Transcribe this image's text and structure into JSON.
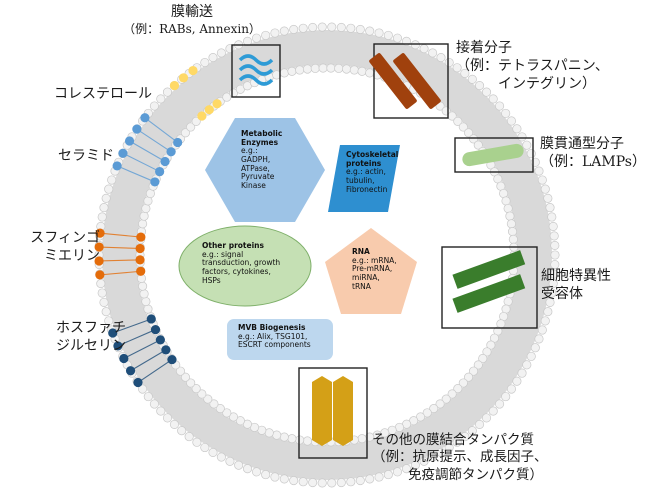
{
  "labels": {
    "membrane_transport": {
      "line1": "膜輸送",
      "line2": "（例：RABs, Annexin）"
    },
    "adhesion": {
      "line1": "接着分子",
      "line2": "（例：テトラスパニン、",
      "line3": "インテグリン）"
    },
    "transmembrane": {
      "line1": "膜貫通型分子",
      "line2": "（例：LAMPs）"
    },
    "cholesterol": "コレステロール",
    "ceramide": "セラミド",
    "sphingomyelin": {
      "line1": "スフィンゴ",
      "line2": "ミエリン"
    },
    "phosphatidylserine": {
      "line1": "ホスファチ",
      "line2": "ジルセリン"
    },
    "receptors": {
      "line1": "細胞特異性",
      "line2": "受容体"
    },
    "other_membrane": {
      "line1": "その他の膜結合タンパク質",
      "line2": "（例：抗原提示、成長因子、",
      "line3": "免疫調節タンパク質）"
    }
  },
  "cargo": {
    "metabolic": {
      "title1": "Metabolic",
      "title2": "Enzymes",
      "body": [
        "e.g.:",
        "GADPH,",
        "ATPase,",
        "Pyruvate",
        "Kinase"
      ]
    },
    "cytoskeletal": {
      "title1": "Cytoskeletal",
      "title2": "proteins",
      "body": [
        "e.g.: actin,",
        "tubulin,",
        "Fibronectin"
      ]
    },
    "other_proteins": {
      "title1": "Other proteins",
      "body": [
        "e.g.: signal",
        "transduction, growth",
        "factors, cytokines,",
        "HSPs"
      ]
    },
    "rna": {
      "title1": "RNA",
      "body": [
        "e.g.: mRNA,",
        "Pre-mRNA,",
        "miRNA,",
        "tRNA"
      ]
    },
    "mvb": {
      "title1": "MVB Biogenesis",
      "body": [
        "e.g.: Alix, TSG101,",
        "ESCRT components"
      ]
    }
  },
  "colors": {
    "membrane": "#d9d9d9",
    "bead": "#f2f2f2",
    "bead_stroke": "#c8c8c8",
    "cholesterol": "#ffd966",
    "ceramide": "#5b9bd5",
    "sphingomyelin": "#e46c0a",
    "phosphatidylserine": "#1f4e79",
    "adhesion": "#a0410d",
    "transmembrane": "#a9d18e",
    "receptor": "#3a7d2c",
    "other_membrane": "#d4a017",
    "metabolic": "#9dc3e6",
    "cytoskeletal": "#2e8fd0",
    "other_proteins": "#c5e0b4",
    "rna": "#f8cbad",
    "mvb": "#bdd7ee"
  }
}
